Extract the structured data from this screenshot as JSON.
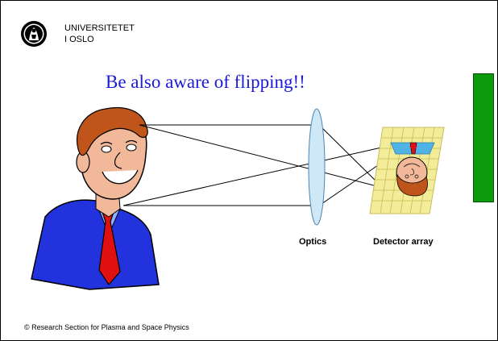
{
  "header": {
    "institution_line1": "UNIVERSITETET",
    "institution_line2": "I OSLO"
  },
  "slide": {
    "title": "Be also aware of flipping!!"
  },
  "diagram": {
    "optics_label": "Optics",
    "detector_label": "Detector array"
  },
  "footer": {
    "text": "© Research Section for Plasma and Space Physics"
  },
  "colors": {
    "title": "#1a1ad6",
    "green_bar": "#0b9a0b",
    "lens": "#cfe8f7",
    "grid": "#f3ec99",
    "jacket": "#2233dd",
    "tie": "#e01010",
    "hair": "#c0551b",
    "skin": "#f2b89a"
  }
}
